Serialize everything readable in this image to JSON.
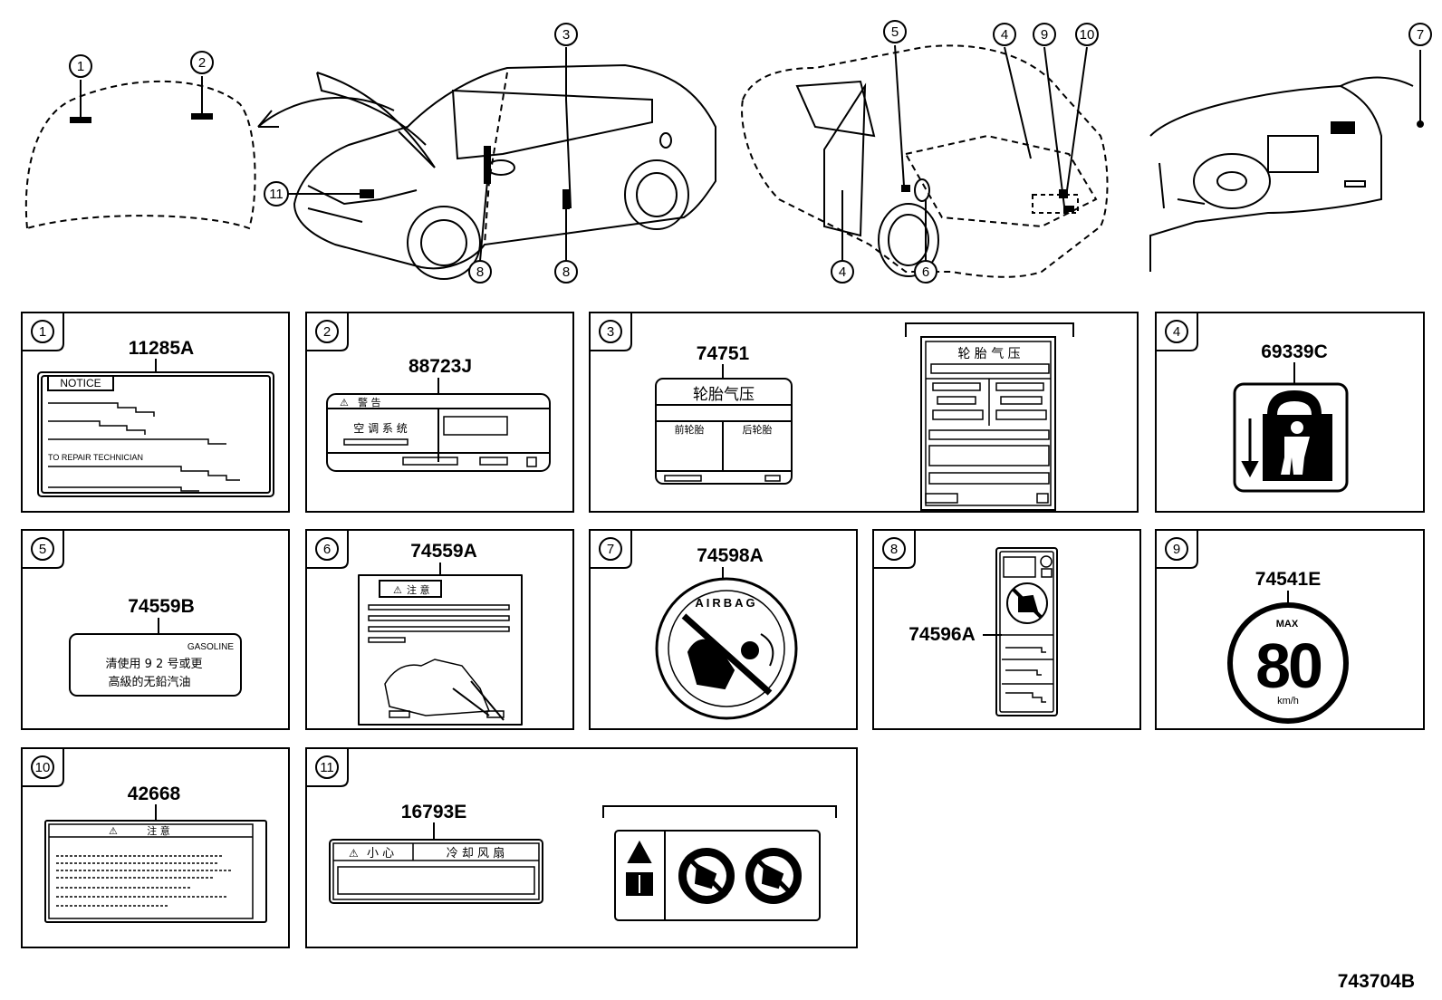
{
  "diagram_code": "743704B",
  "top_callouts": [
    "1",
    "2",
    "3",
    "4",
    "5",
    "6",
    "7",
    "8",
    "8",
    "9",
    "10",
    "11",
    "4"
  ],
  "panels": [
    {
      "num": "1",
      "part": "11285A",
      "label": {
        "notice": "NOTICE",
        "line": "TO REPAIR TECHNICIAN"
      }
    },
    {
      "num": "2",
      "part": "88723J",
      "label": {
        "warn": "警 告",
        "system": "空 调 系 统"
      }
    },
    {
      "num": "3",
      "part": "74751",
      "label": {
        "title": "轮胎气压",
        "front": "前轮胎",
        "rear": "后轮胎",
        "title2": "轮 胎 气 压"
      }
    },
    {
      "num": "4",
      "part": "69339C"
    },
    {
      "num": "5",
      "part": "74559B",
      "label": {
        "fuel": "GASOLINE",
        "line1": "清使用 9 2 号或更",
        "line2": "高級的无鉛汽油"
      }
    },
    {
      "num": "6",
      "part": "74559A",
      "label": {
        "warn": "注 意"
      }
    },
    {
      "num": "7",
      "part": "74598A",
      "label": {
        "ring": "AIRBAG"
      }
    },
    {
      "num": "8",
      "part": "74596A"
    },
    {
      "num": "9",
      "part": "74541E",
      "label": {
        "max": "MAX",
        "speed": "80",
        "unit": "km/h"
      }
    },
    {
      "num": "10",
      "part": "42668",
      "label": {
        "warn": "注 意"
      }
    },
    {
      "num": "11",
      "part": "16793E",
      "label": {
        "caution": "小 心",
        "fan": "冷 却 风 扇"
      }
    }
  ]
}
